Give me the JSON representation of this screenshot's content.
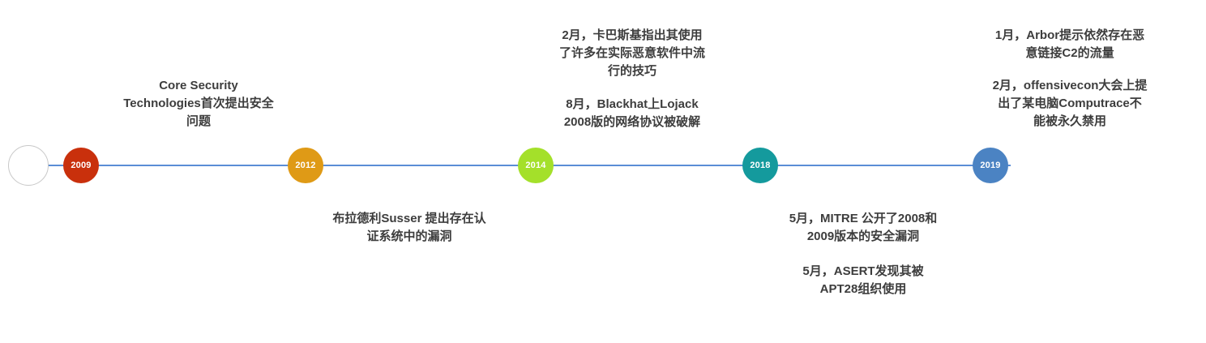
{
  "timeline": {
    "line_color": "#5b8dd6",
    "text_color": "#3d3d3d",
    "nodes": [
      {
        "year": "2009",
        "color": "#c9300c"
      },
      {
        "year": "2012",
        "color": "#df9a16"
      },
      {
        "year": "2014",
        "color": "#a4e02a"
      },
      {
        "year": "2018",
        "color": "#149a9d"
      },
      {
        "year": "2019",
        "color": "#4b83c3"
      }
    ],
    "annotations": {
      "above_2009": "Core Security\nTechnologies首次提出安全\n问题",
      "above_2014_kaspersky": "2月，卡巴斯基指出其使用\n了许多在实际恶意软件中流\n行的技巧",
      "above_2014_blackhat": "8月，Blackhat上Lojack\n2008版的网络协议被破解",
      "above_2019_arbor": "1月，Arbor提示依然存在恶\n意链接C2的流量",
      "above_2019_offensivecon": "2月，offensivecon大会上提\n出了某电脑Computrace不\n能被永久禁用",
      "below_2012_susser": "布拉德利Susser 提出存在认\n证系统中的漏洞",
      "below_2018_mitre": "5月，MITRE 公开了2008和\n2009版本的安全漏洞",
      "below_2018_asert": "5月，ASERT发现其被\nAPT28组织使用"
    }
  }
}
